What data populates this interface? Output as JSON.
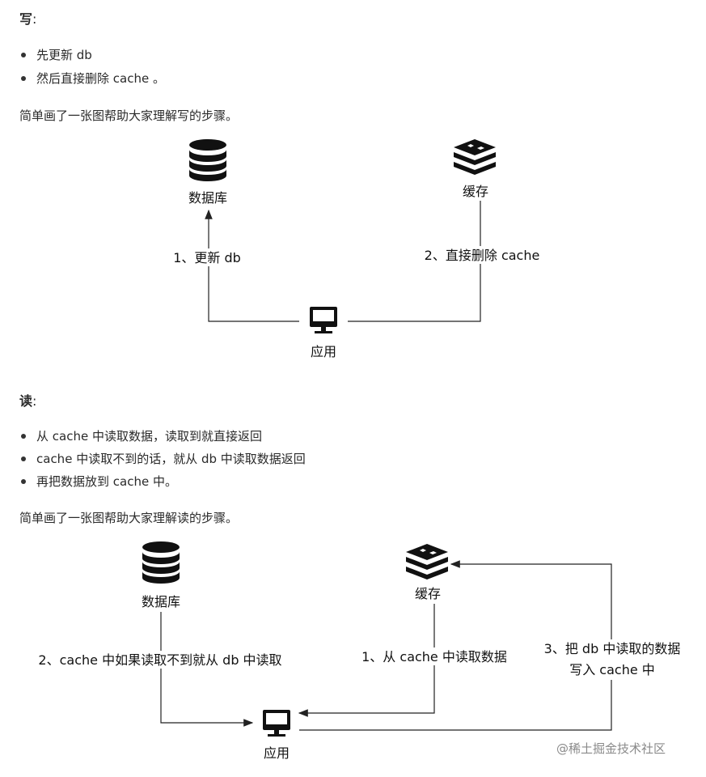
{
  "write": {
    "heading": "写",
    "colon": ":",
    "bullets": [
      "先更新 db",
      "然后直接删除 cache 。"
    ],
    "intro": "简单画了一张图帮助大家理解写的步骤。",
    "diagram": {
      "db_label": "数据库",
      "cache_label": "缓存",
      "app_label": "应用",
      "step1": "1、更新 db",
      "step2": "2、直接删除 cache"
    }
  },
  "read": {
    "heading": "读",
    "colon": ":",
    "bullets": [
      "从 cache 中读取数据，读取到就直接返回",
      "cache 中读取不到的话，就从 db 中读取数据返回",
      "再把数据放到 cache 中。"
    ],
    "intro": "简单画了一张图帮助大家理解读的步骤。",
    "diagram": {
      "db_label": "数据库",
      "cache_label": "缓存",
      "app_label": "应用",
      "step1": "1、从 cache 中读取数据",
      "step2": "2、cache 中如果读取不到就从 db 中读取",
      "step3_line1": "3、把 db 中读取的数据",
      "step3_line2": "写入 cache 中"
    }
  },
  "watermark": "@稀土掘金技术社区"
}
